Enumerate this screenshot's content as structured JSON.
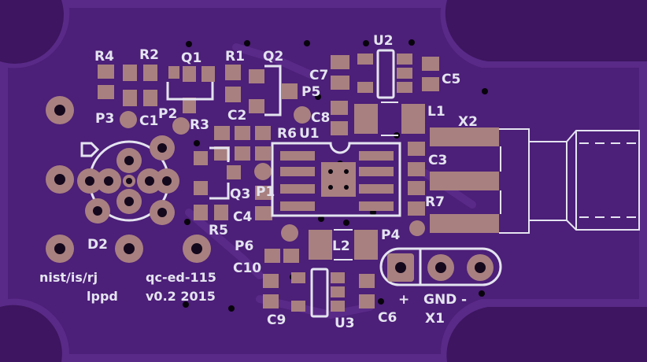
{
  "board": {
    "name": "qc-ed-115",
    "version": "v0.2 2015",
    "org": "nist/is/rj",
    "group": "lppd",
    "colors": {
      "background": "#3d1560",
      "board": "#5a2a88",
      "copper_pad": "#a88080",
      "silkscreen": "#e4e4f0",
      "drill": "#14081c"
    }
  },
  "designators": {
    "R4": "R4",
    "R2": "R2",
    "Q1": "Q1",
    "R1": "R1",
    "Q2": "Q2",
    "U2": "U2",
    "C7": "C7",
    "C5": "C5",
    "P5": "P5",
    "C8": "C8",
    "L1": "L1",
    "X2": "X2",
    "P3": "P3",
    "C1": "C1",
    "P2": "P2",
    "R3": "R3",
    "C2": "C2",
    "R6": "R6",
    "U1": "U1",
    "C3": "C3",
    "R7": "R7",
    "Q3": "Q3",
    "P1": "P1",
    "C4": "C4",
    "R5": "R5",
    "P6": "P6",
    "P4": "P4",
    "L2": "L2",
    "D2": "D2",
    "C10": "C10",
    "C9": "C9",
    "U3": "U3",
    "C6": "C6",
    "X1": "X1"
  },
  "x1_labels": {
    "plus": "+",
    "gnd": "GND",
    "minus": "-"
  }
}
